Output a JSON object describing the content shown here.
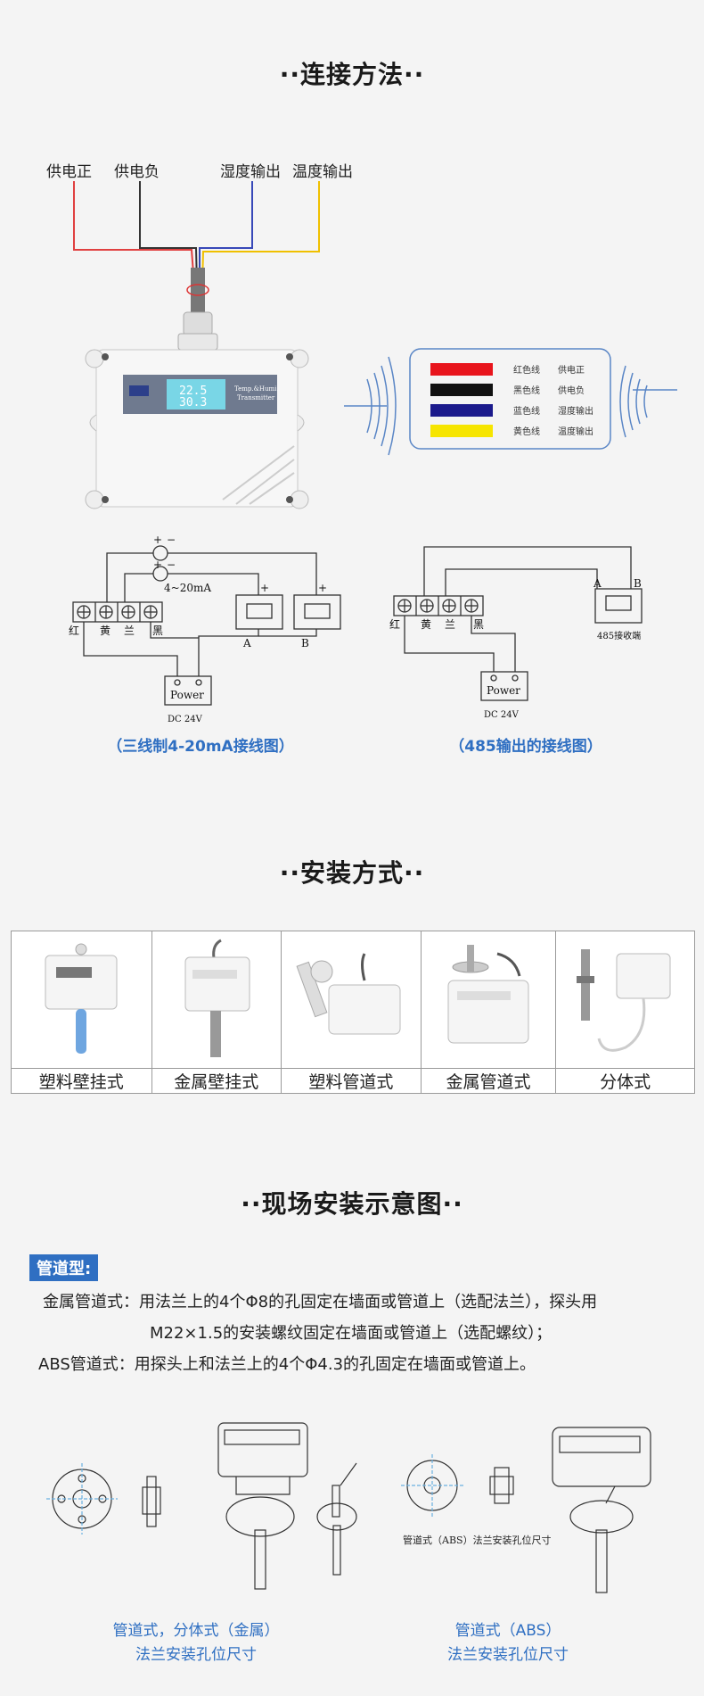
{
  "section1": {
    "title": "··连接方法··",
    "wire_labels": [
      "供电正",
      "供电负",
      "湿度输出",
      "温度输出"
    ],
    "device_display": {
      "line1": "22.5",
      "line2": "30.3",
      "brand1": "Temp.&Humi.",
      "brand2": "Transmitter"
    },
    "legend": [
      {
        "color_name": "红色线",
        "meaning": "供电正",
        "color": "#e8141c"
      },
      {
        "color_name": "黑色线",
        "meaning": "供电负",
        "color": "#111111"
      },
      {
        "color_name": "蓝色线",
        "meaning": "湿度输出",
        "color": "#1b1a8c"
      },
      {
        "color_name": "黄色线",
        "meaning": "温度输出",
        "color": "#f6e500"
      }
    ],
    "diagram_left": {
      "current_label": "4~20mA",
      "terminals": [
        "红",
        "黄",
        "兰",
        "黑"
      ],
      "meter_a": "A",
      "meter_b": "B",
      "power": "Power",
      "dc": "DC 24V",
      "caption": "（三线制4-20mA接线图）"
    },
    "diagram_right": {
      "terminals": [
        "红",
        "黄",
        "兰",
        "黑"
      ],
      "a": "A",
      "b": "B",
      "receiver": "485接收端",
      "power": "Power",
      "dc": "DC 24V",
      "caption": "（485输出的接线图）"
    }
  },
  "section2": {
    "title": "··安装方式··",
    "methods": [
      "塑料壁挂式",
      "金属壁挂式",
      "塑料管道式",
      "金属管道式",
      "分体式"
    ]
  },
  "section3": {
    "title": "··现场安装示意图··",
    "tag": "管道型:",
    "line1": "金属管道式：用法兰上的4个Φ8的孔固定在墙面或管道上（选配法兰），探头用",
    "line2": "M22×1.5的安装螺纹固定在墙面或管道上（选配螺纹）；",
    "line3": "ABS管道式：用探头上和法兰上的4个Φ4.3的孔固定在墙面或管道上。",
    "abs_diag_label": "管道式（ABS）法兰安装孔位尺寸",
    "note_left_1": "管道式，分体式（金属）",
    "note_left_2": "法兰安装孔位尺寸",
    "note_right_1": "管道式（ABS）",
    "note_right_2": "法兰安装孔位尺寸"
  }
}
